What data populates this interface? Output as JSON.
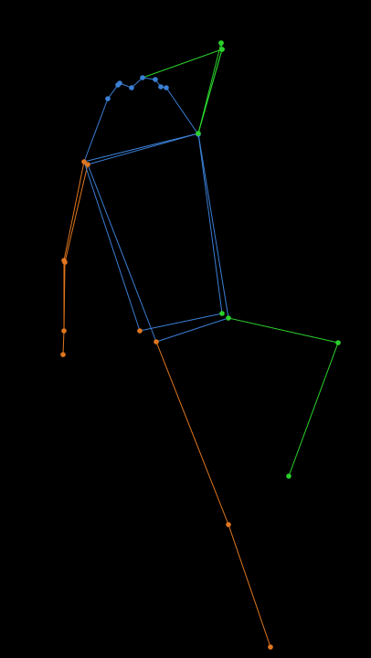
{
  "scene": {
    "background_color": "#000000",
    "description_kind": "pose-skeleton-overlay"
  },
  "colors": {
    "center": "#3a7fd5",
    "left": "#2bd12b",
    "right": "#e0761e"
  },
  "keypoints": [
    {
      "id": "nose",
      "side": "center"
    },
    {
      "id": "left-eye-inner",
      "side": "center"
    },
    {
      "id": "left-eye",
      "side": "center"
    },
    {
      "id": "left-eye-outer",
      "side": "center"
    },
    {
      "id": "right-eye-inner",
      "side": "center"
    },
    {
      "id": "right-eye",
      "side": "center"
    },
    {
      "id": "right-eye-outer",
      "side": "center"
    },
    {
      "id": "left-ear",
      "side": "center"
    },
    {
      "id": "right-ear",
      "side": "center"
    },
    {
      "id": "mouth-left",
      "side": "left"
    },
    {
      "id": "mouth-right",
      "side": "left"
    },
    {
      "id": "left-shoulder",
      "side": "left"
    },
    {
      "id": "right-shoulder",
      "side": "right"
    },
    {
      "id": "right-shoulder-inner",
      "side": "right"
    },
    {
      "id": "left-wrist-top",
      "side": "left"
    },
    {
      "id": "left-wrist-bottom",
      "side": "left"
    },
    {
      "id": "right-elbow",
      "side": "right"
    },
    {
      "id": "right-elbow-2",
      "side": "right"
    },
    {
      "id": "right-wrist",
      "side": "right"
    },
    {
      "id": "right-hand",
      "side": "right"
    },
    {
      "id": "left-hip",
      "side": "left"
    },
    {
      "id": "left-hip-2",
      "side": "left"
    },
    {
      "id": "right-hip",
      "side": "right"
    },
    {
      "id": "right-hip-2",
      "side": "right"
    },
    {
      "id": "left-knee",
      "side": "left"
    },
    {
      "id": "left-ankle",
      "side": "left"
    },
    {
      "id": "right-knee",
      "side": "right"
    },
    {
      "id": "right-ankle",
      "side": "right"
    }
  ],
  "connections": [
    {
      "from": "left-ear",
      "to": "left-eye-outer",
      "side": "center"
    },
    {
      "from": "left-eye-outer",
      "to": "left-eye",
      "side": "center"
    },
    {
      "from": "left-eye",
      "to": "left-eye-inner",
      "side": "center"
    },
    {
      "from": "left-eye-inner",
      "to": "nose",
      "side": "center"
    },
    {
      "from": "nose",
      "to": "right-eye-inner",
      "side": "center"
    },
    {
      "from": "right-eye-inner",
      "to": "right-eye",
      "side": "center"
    },
    {
      "from": "right-eye",
      "to": "right-eye-outer",
      "side": "center"
    },
    {
      "from": "right-eye-outer",
      "to": "right-ear",
      "side": "center"
    },
    {
      "from": "left-eye",
      "to": "left-eye-outer",
      "side": "center"
    },
    {
      "from": "mouth-right",
      "to": "mouth-left",
      "side": "left"
    },
    {
      "from": "nose",
      "to": "mouth-right",
      "side": "left"
    },
    {
      "from": "mouth-left",
      "to": "left-shoulder",
      "side": "left"
    },
    {
      "from": "mouth-right",
      "to": "left-shoulder",
      "side": "left"
    },
    {
      "from": "right-ear",
      "to": "left-shoulder",
      "side": "center"
    },
    {
      "from": "left-ear",
      "to": "right-shoulder",
      "side": "center"
    },
    {
      "from": "left-shoulder",
      "to": "right-shoulder",
      "side": "center"
    },
    {
      "from": "left-shoulder",
      "to": "right-shoulder-inner",
      "side": "center"
    },
    {
      "from": "right-shoulder",
      "to": "right-elbow",
      "side": "right"
    },
    {
      "from": "right-shoulder-inner",
      "to": "right-elbow-2",
      "side": "right"
    },
    {
      "from": "right-elbow",
      "to": "right-wrist",
      "side": "right"
    },
    {
      "from": "right-elbow-2",
      "to": "right-wrist",
      "side": "right"
    },
    {
      "from": "right-wrist",
      "to": "right-hand",
      "side": "right"
    },
    {
      "from": "left-shoulder",
      "to": "left-hip",
      "side": "center"
    },
    {
      "from": "left-shoulder",
      "to": "left-hip-2",
      "side": "center"
    },
    {
      "from": "right-shoulder",
      "to": "right-hip",
      "side": "center"
    },
    {
      "from": "right-shoulder-inner",
      "to": "right-hip-2",
      "side": "center"
    },
    {
      "from": "right-hip",
      "to": "left-hip",
      "side": "center"
    },
    {
      "from": "right-hip-2",
      "to": "left-hip-2",
      "side": "center"
    },
    {
      "from": "left-hip-2",
      "to": "left-knee",
      "side": "left"
    },
    {
      "from": "left-knee",
      "to": "left-ankle",
      "side": "left"
    },
    {
      "from": "right-hip-2",
      "to": "right-knee",
      "side": "right"
    },
    {
      "from": "right-knee",
      "to": "right-ankle",
      "side": "right"
    }
  ]
}
